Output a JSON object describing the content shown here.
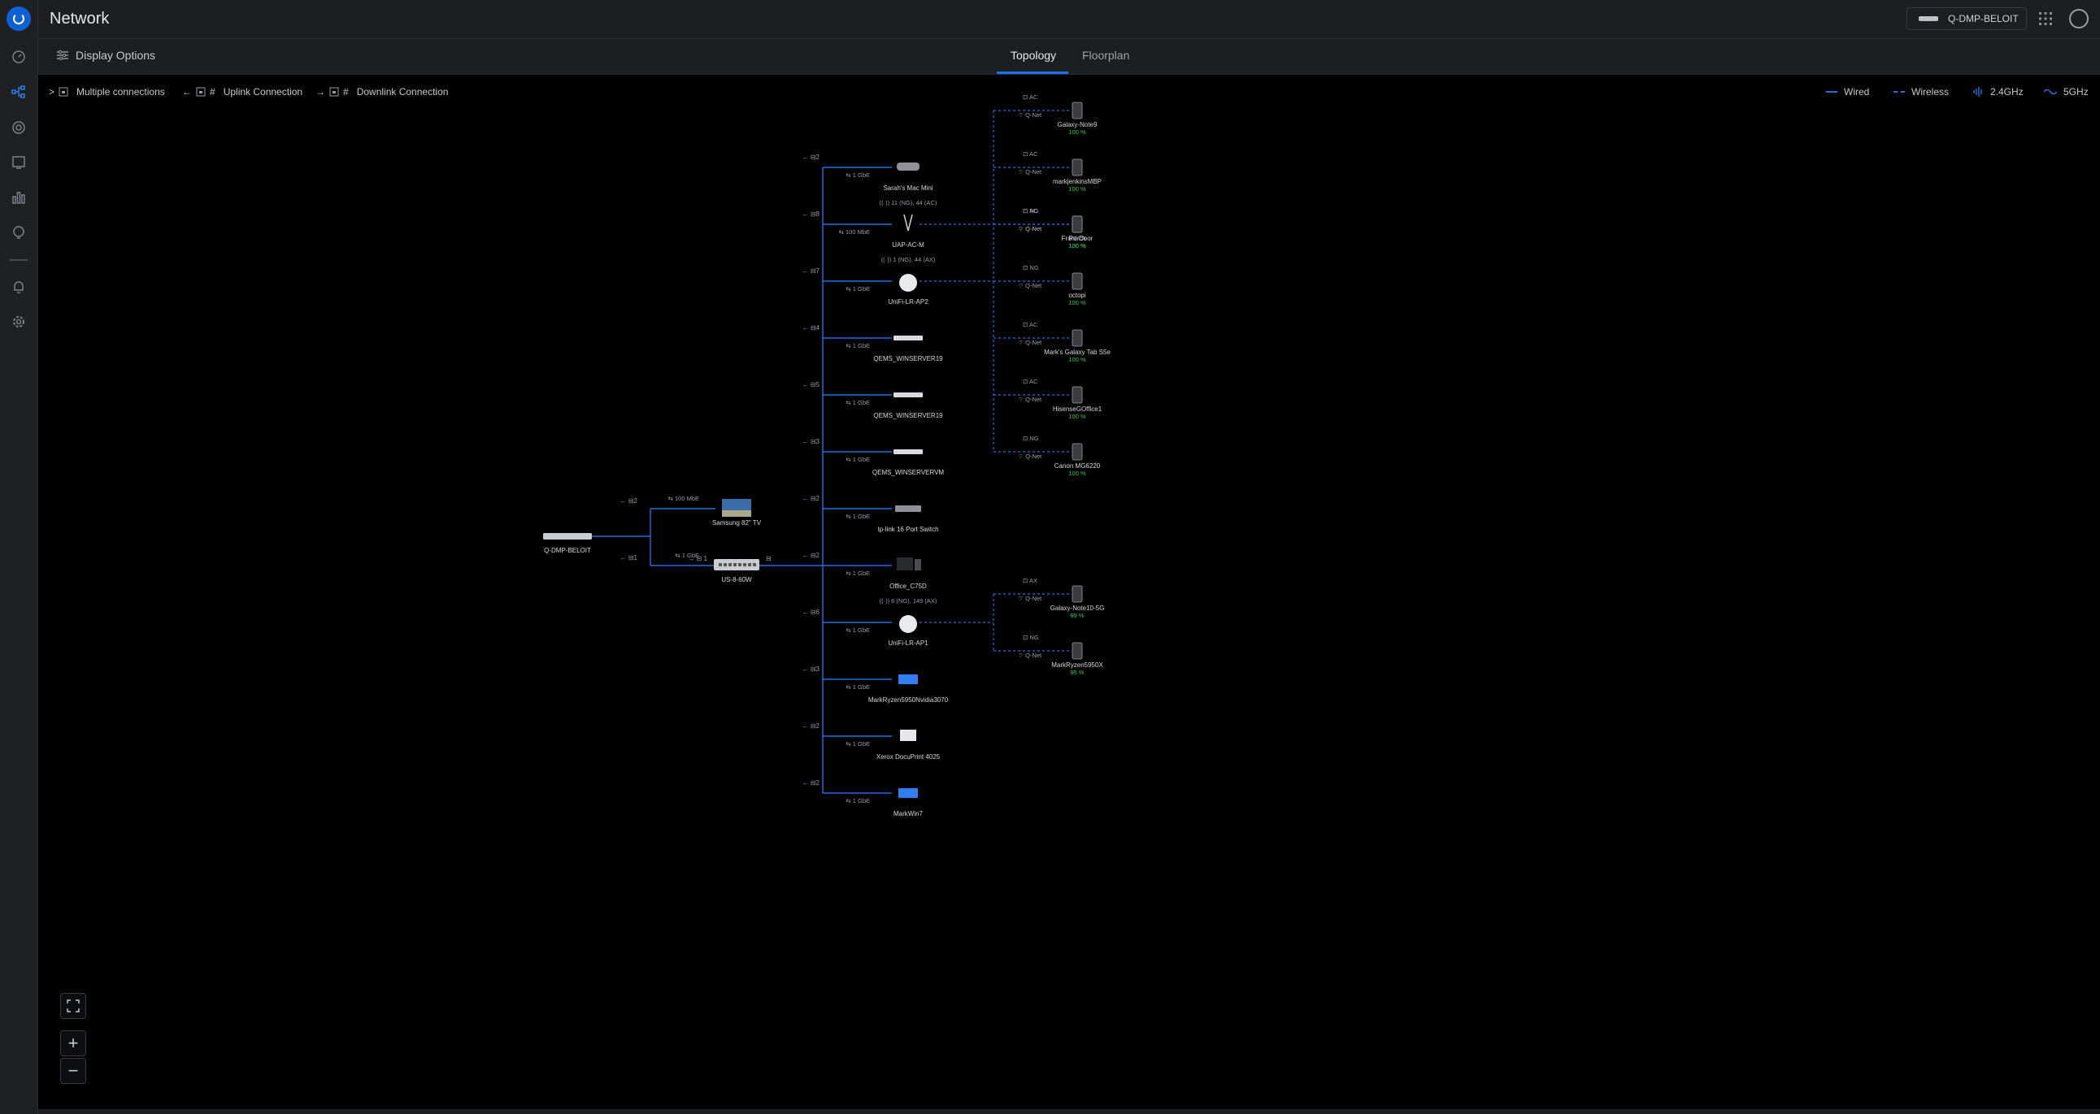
{
  "app": {
    "page_title": "Network"
  },
  "header": {
    "gateway_name": "Q-DMP-BELOIT",
    "apps_icon": "grid-icon",
    "avatar_icon": "user-icon"
  },
  "sidebar": {
    "items": [
      {
        "name": "dashboard",
        "icon": "speedometer-icon"
      },
      {
        "name": "topology",
        "icon": "topology-icon"
      },
      {
        "name": "devices",
        "icon": "target-icon"
      },
      {
        "name": "clients",
        "icon": "monitor-icon"
      },
      {
        "name": "statistics",
        "icon": "bar-chart-icon"
      },
      {
        "name": "insights",
        "icon": "bulb-icon"
      },
      {
        "name": "alerts",
        "icon": "bell-icon"
      },
      {
        "name": "settings",
        "icon": "gear-icon"
      }
    ]
  },
  "toolbar": {
    "display_options": "Display Options",
    "tabs": [
      {
        "label": "Topology",
        "active": true
      },
      {
        "label": "Floorplan",
        "active": false
      }
    ]
  },
  "legend": {
    "multiple_connections": "Multiple connections",
    "uplink_connection": "Uplink Connection",
    "downlink_connection": "Downlink Connection",
    "hash": "#",
    "wired": "Wired",
    "wireless": "Wireless",
    "band_24": "2.4GHz",
    "band_5": "5GHz"
  },
  "colors": {
    "accent": "#1a73e8",
    "link": "#1f6fe0",
    "good": "#2fc85a",
    "background": "#000000"
  },
  "topology": {
    "gateway": {
      "name": "Q-DMP-BELOIT"
    },
    "gateway_links": [
      {
        "port": "2",
        "speed": "100 MbE",
        "device": "Samsung 82\" TV"
      },
      {
        "port": "1",
        "speed": "1 GbE",
        "device": "US-8-60W"
      }
    ],
    "switch_port_label": "1",
    "switch_ports": [
      {
        "port": "2",
        "speed": "1 GbE",
        "device": "Sarah's Mac Mini",
        "kind": "mac-mini"
      },
      {
        "port": "8",
        "speed": "100 MbE",
        "device": "UAP-AC-M",
        "kind": "antenna",
        "radio": "11 (NG), 44 (AC)"
      },
      {
        "port": "7",
        "speed": "1 GbE",
        "device": "UniFi-LR-AP2",
        "kind": "ap",
        "radio": "1 (NG), 44 (AX)"
      },
      {
        "port": "4",
        "speed": "1 GbE",
        "device": "QEMS_WINSERVER19",
        "kind": "server"
      },
      {
        "port": "5",
        "speed": "1 GbE",
        "device": "QEMS_WINSERVER19",
        "kind": "server"
      },
      {
        "port": "3",
        "speed": "1 GbE",
        "device": "QEMS_WINSERVERVM",
        "kind": "server"
      },
      {
        "port": "2",
        "speed": "1 GbE",
        "device": "tp-link 16 Port Switch",
        "kind": "switch"
      },
      {
        "port": "2",
        "speed": "1 GbE",
        "device": "Office_C75D",
        "kind": "printer"
      },
      {
        "port": "6",
        "speed": "1 GbE",
        "device": "UniFi-LR-AP1",
        "kind": "ap",
        "radio": "6 (NG), 149 (AX)"
      },
      {
        "port": "3",
        "speed": "1 GbE",
        "device": "MarkRyzen5950Nvidia3070",
        "kind": "pc"
      },
      {
        "port": "2",
        "speed": "1 GbE",
        "device": "Xerox DocuPrint 4025",
        "kind": "printer-white"
      },
      {
        "port": "2",
        "speed": "1 GbE",
        "device": "MarkWin7",
        "kind": "pc"
      }
    ],
    "wireless_clients": [
      {
        "ap": 1,
        "band": "NG",
        "ssid": "Q-Net",
        "name": "Porch",
        "signal": "100 %"
      },
      {
        "ap": 2,
        "band": "AC",
        "ssid": "Q-Net",
        "name": "Galaxy-Note9",
        "signal": "100 %"
      },
      {
        "ap": 2,
        "band": "AC",
        "ssid": "Q-Net",
        "name": "markjenkinsMBP",
        "signal": "100 %"
      },
      {
        "ap": 2,
        "band": "AC",
        "ssid": "Q-Net",
        "name": "Front-Door",
        "signal": "100 %"
      },
      {
        "ap": 2,
        "band": "NG",
        "ssid": "Q-Net",
        "name": "octopi",
        "signal": "100 %"
      },
      {
        "ap": 2,
        "band": "AC",
        "ssid": "Q-Net",
        "name": "Mark's Galaxy Tab S5e",
        "signal": "100 %"
      },
      {
        "ap": 2,
        "band": "AC",
        "ssid": "Q-Net",
        "name": "HisenseGOffice1",
        "signal": "100 %"
      },
      {
        "ap": 2,
        "band": "NG",
        "ssid": "Q-Net",
        "name": "Canon MG6220",
        "signal": "100 %"
      },
      {
        "ap": 8,
        "band": "AX",
        "ssid": "Q-Net",
        "name": "Galaxy-Note10-5G",
        "signal": "99 %"
      },
      {
        "ap": 8,
        "band": "NG",
        "ssid": "Q-Net",
        "name": "MarkRyzen5950X",
        "signal": "95 %"
      }
    ]
  },
  "zoom": {
    "fit_icon": "fit-screen-icon",
    "zoom_in": "+",
    "zoom_out": "−"
  }
}
